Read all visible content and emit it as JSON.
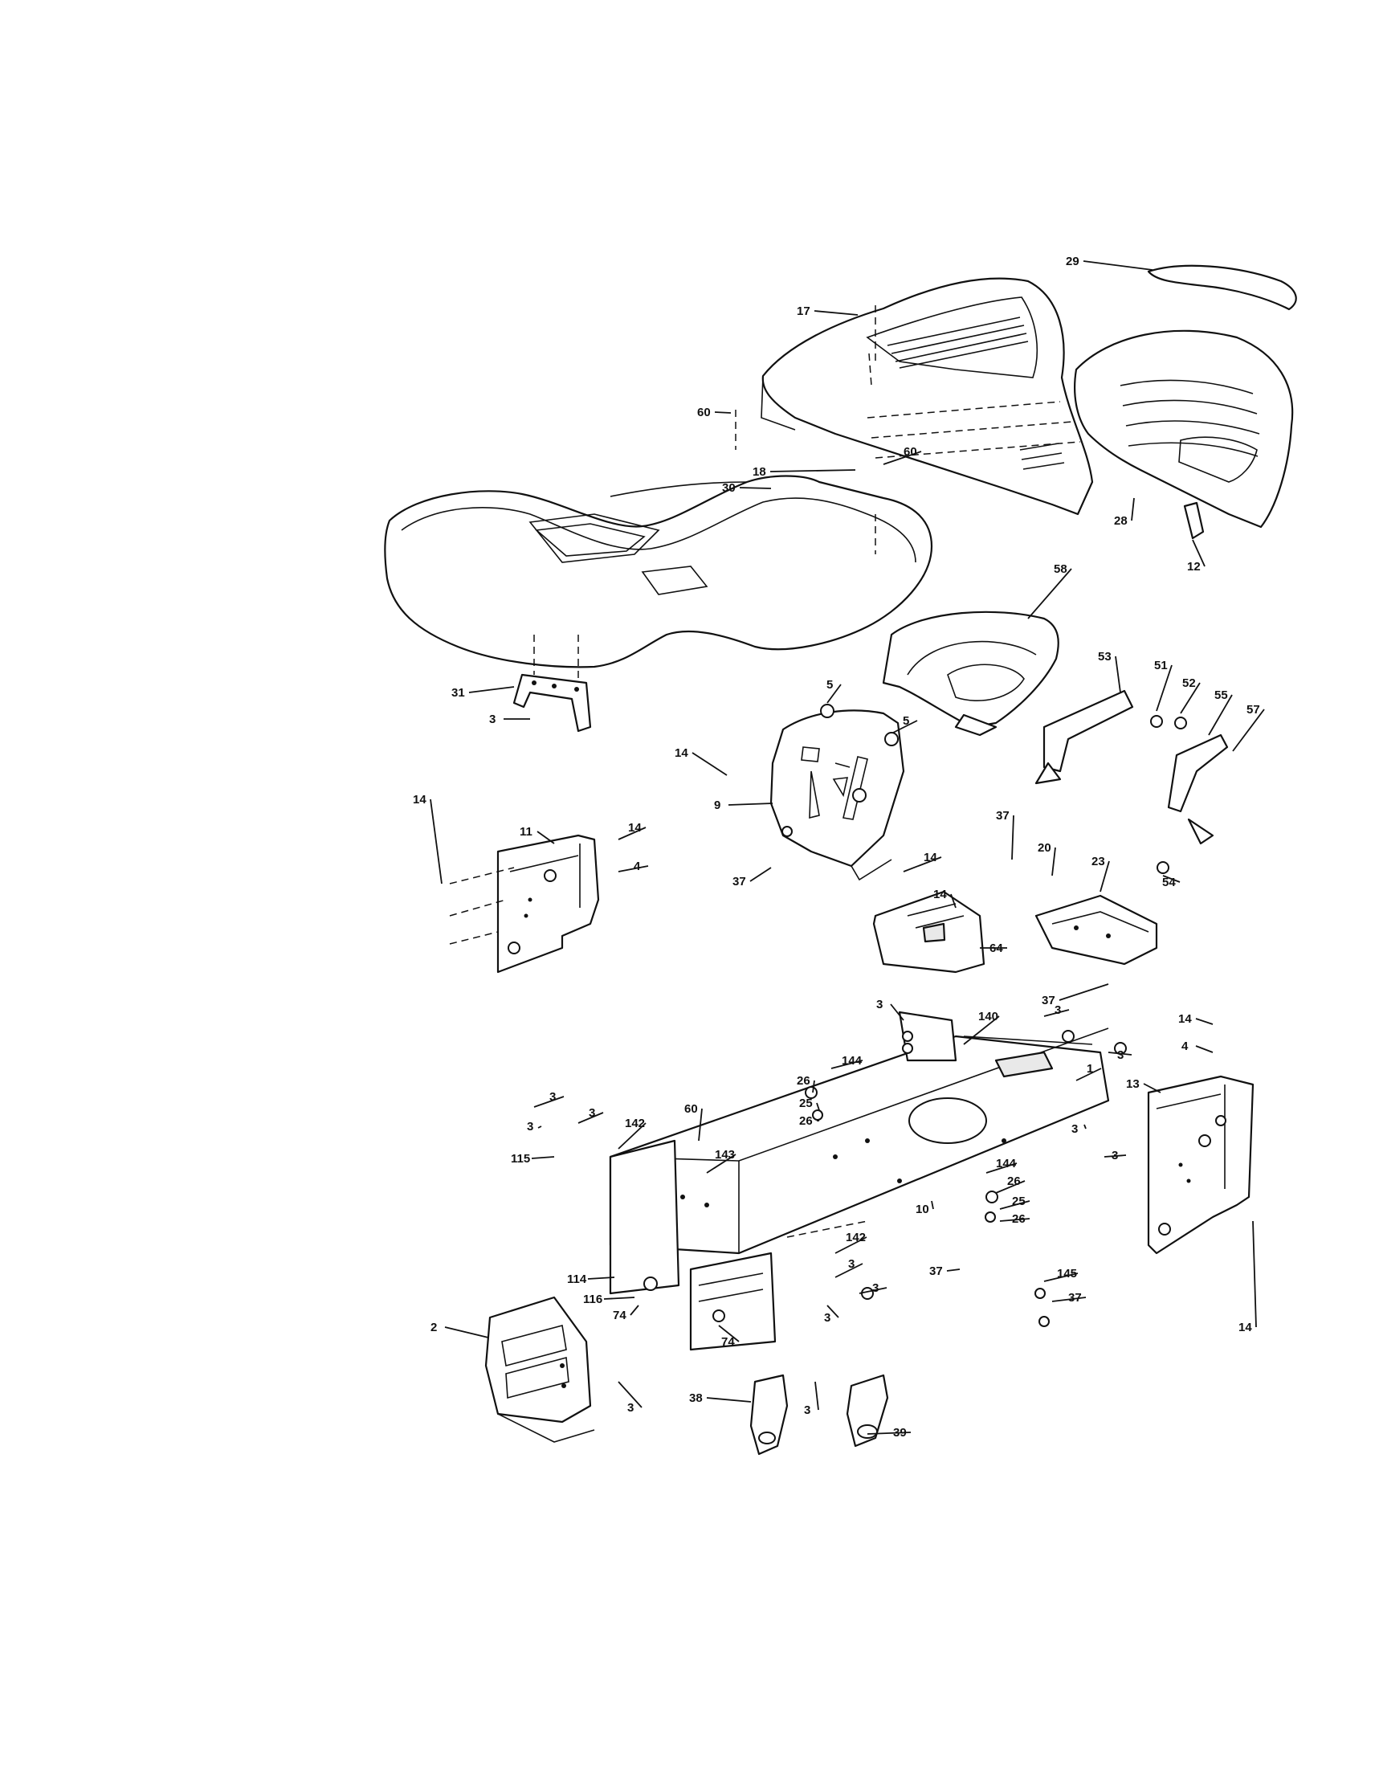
{
  "diagram": {
    "parts": [
      {
        "id": "p17",
        "label": "17"
      },
      {
        "id": "p29",
        "label": "29"
      },
      {
        "id": "p60a",
        "label": "60"
      },
      {
        "id": "p18",
        "label": "18"
      },
      {
        "id": "p60b",
        "label": "60"
      },
      {
        "id": "p30",
        "label": "30"
      },
      {
        "id": "p28",
        "label": "28"
      },
      {
        "id": "p12",
        "label": "12"
      },
      {
        "id": "p58",
        "label": "58"
      },
      {
        "id": "p31",
        "label": "31"
      },
      {
        "id": "p3a",
        "label": "3"
      },
      {
        "id": "p5a",
        "label": "5"
      },
      {
        "id": "p5b",
        "label": "5"
      },
      {
        "id": "p14a",
        "label": "14"
      },
      {
        "id": "p9",
        "label": "9"
      },
      {
        "id": "p53",
        "label": "53"
      },
      {
        "id": "p51",
        "label": "51"
      },
      {
        "id": "p52",
        "label": "52"
      },
      {
        "id": "p55",
        "label": "55"
      },
      {
        "id": "p57",
        "label": "57"
      },
      {
        "id": "p54",
        "label": "54"
      },
      {
        "id": "p11",
        "label": "11"
      },
      {
        "id": "p14b",
        "label": "14"
      },
      {
        "id": "p14c",
        "label": "14"
      },
      {
        "id": "p4a",
        "label": "4"
      },
      {
        "id": "p37a",
        "label": "37"
      },
      {
        "id": "p14d",
        "label": "14"
      },
      {
        "id": "p14e",
        "label": "14"
      },
      {
        "id": "p37b",
        "label": "37"
      },
      {
        "id": "p20",
        "label": "20"
      },
      {
        "id": "p23",
        "label": "23"
      },
      {
        "id": "p64",
        "label": "64"
      },
      {
        "id": "p37c",
        "label": "37"
      },
      {
        "id": "p3b",
        "label": "3"
      },
      {
        "id": "p140",
        "label": "140"
      },
      {
        "id": "p3c",
        "label": "3"
      },
      {
        "id": "p3d",
        "label": "3"
      },
      {
        "id": "p1",
        "label": "1"
      },
      {
        "id": "p14f",
        "label": "14"
      },
      {
        "id": "p4b",
        "label": "4"
      },
      {
        "id": "p13",
        "label": "13"
      },
      {
        "id": "p144a",
        "label": "144"
      },
      {
        "id": "p26a",
        "label": "26"
      },
      {
        "id": "p25a",
        "label": "25"
      },
      {
        "id": "p26b",
        "label": "26"
      },
      {
        "id": "p3e",
        "label": "3"
      },
      {
        "id": "p3f",
        "label": "3"
      },
      {
        "id": "p3g",
        "label": "3"
      },
      {
        "id": "p60c",
        "label": "60"
      },
      {
        "id": "p142a",
        "label": "142"
      },
      {
        "id": "p115",
        "label": "115"
      },
      {
        "id": "p143",
        "label": "143"
      },
      {
        "id": "p3h",
        "label": "3"
      },
      {
        "id": "p3i",
        "label": "3"
      },
      {
        "id": "p144b",
        "label": "144"
      },
      {
        "id": "p10",
        "label": "10"
      },
      {
        "id": "p26c",
        "label": "26"
      },
      {
        "id": "p25b",
        "label": "25"
      },
      {
        "id": "p26d",
        "label": "26"
      },
      {
        "id": "p142b",
        "label": "142"
      },
      {
        "id": "p37d",
        "label": "37"
      },
      {
        "id": "p145",
        "label": "145"
      },
      {
        "id": "p114",
        "label": "114"
      },
      {
        "id": "p116",
        "label": "116"
      },
      {
        "id": "p74a",
        "label": "74"
      },
      {
        "id": "p3j",
        "label": "3"
      },
      {
        "id": "p3k",
        "label": "3"
      },
      {
        "id": "p3l",
        "label": "3"
      },
      {
        "id": "p37e",
        "label": "37"
      },
      {
        "id": "p14g",
        "label": "14"
      },
      {
        "id": "p2",
        "label": "2"
      },
      {
        "id": "p74b",
        "label": "74"
      },
      {
        "id": "p3m",
        "label": "3"
      },
      {
        "id": "p38",
        "label": "38"
      },
      {
        "id": "p3n",
        "label": "3"
      },
      {
        "id": "p39",
        "label": "39"
      }
    ]
  }
}
